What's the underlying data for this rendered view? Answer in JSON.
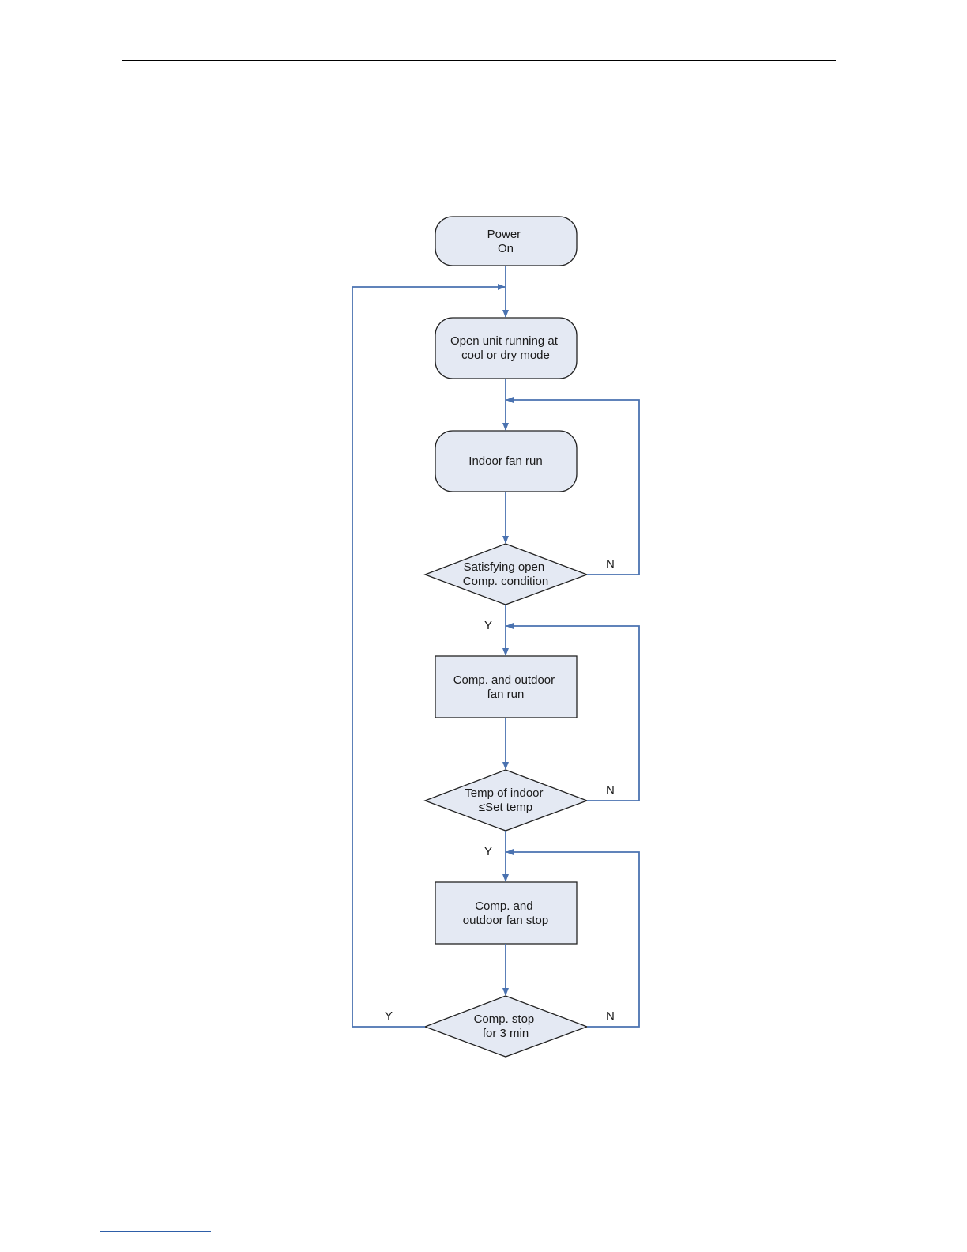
{
  "flowchart": {
    "nodes": {
      "power_on": [
        "Power",
        "On"
      ],
      "open_unit": [
        "Open unit running at",
        "cool or dry mode"
      ],
      "indoor_fan": [
        "Indoor fan run"
      ],
      "decision_open_comp": [
        "Satisfying open",
        "Comp. condition"
      ],
      "comp_outdoor_run": [
        "Comp. and outdoor",
        "fan run"
      ],
      "decision_temp": [
        "Temp of indoor",
        "≤Set temp"
      ],
      "comp_outdoor_stop": [
        "Comp. and",
        "outdoor fan stop"
      ],
      "decision_stop": [
        "Comp.  stop",
        "for 3 min"
      ]
    },
    "branch_labels": {
      "yes": "Y",
      "no": "N"
    },
    "colors": {
      "connector": "#4a72b0",
      "node_fill": "#e4e9f3",
      "node_border": "#222222"
    }
  }
}
